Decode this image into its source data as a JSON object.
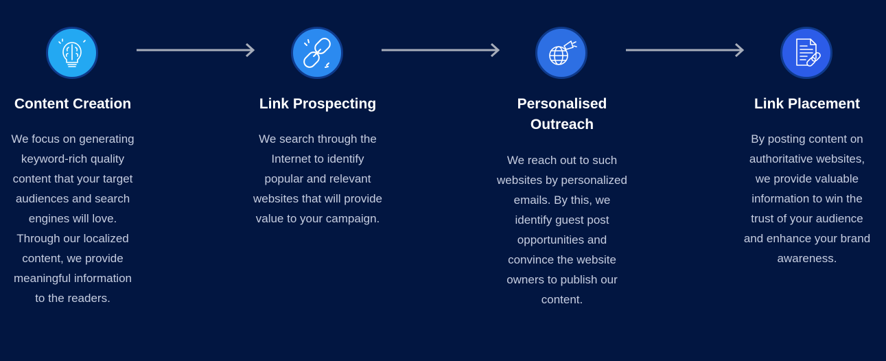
{
  "steps": [
    {
      "icon": "brain-bulb-icon",
      "title": "Content Creation",
      "description": "We focus on generating keyword-rich quality content that your target audiences and search engines will love. Through our localized content, we provide meaningful information to the readers.",
      "color": "#23a8f2"
    },
    {
      "icon": "chain-link-icon",
      "title": "Link Prospecting",
      "description": "We search through the Internet to identify popular and relevant websites that will provide value to your campaign.",
      "color": "#2b8af0"
    },
    {
      "icon": "globe-megaphone-icon",
      "title": "Personalised Outreach",
      "description": "We reach out to such websites by personalized emails. By this, we identify guest post opportunities and convince the website owners to publish our content.",
      "color": "#2d6fe3"
    },
    {
      "icon": "document-link-icon",
      "title": "Link Placement",
      "description": "By posting content on authoritative websites, we provide valuable information to win the trust of your audience and enhance your brand awareness.",
      "color": "#2c5ce8"
    }
  ],
  "colors": {
    "background": "#021641",
    "arrow": "#a7adba",
    "title": "#ffffff",
    "text": "#c6cde0"
  }
}
